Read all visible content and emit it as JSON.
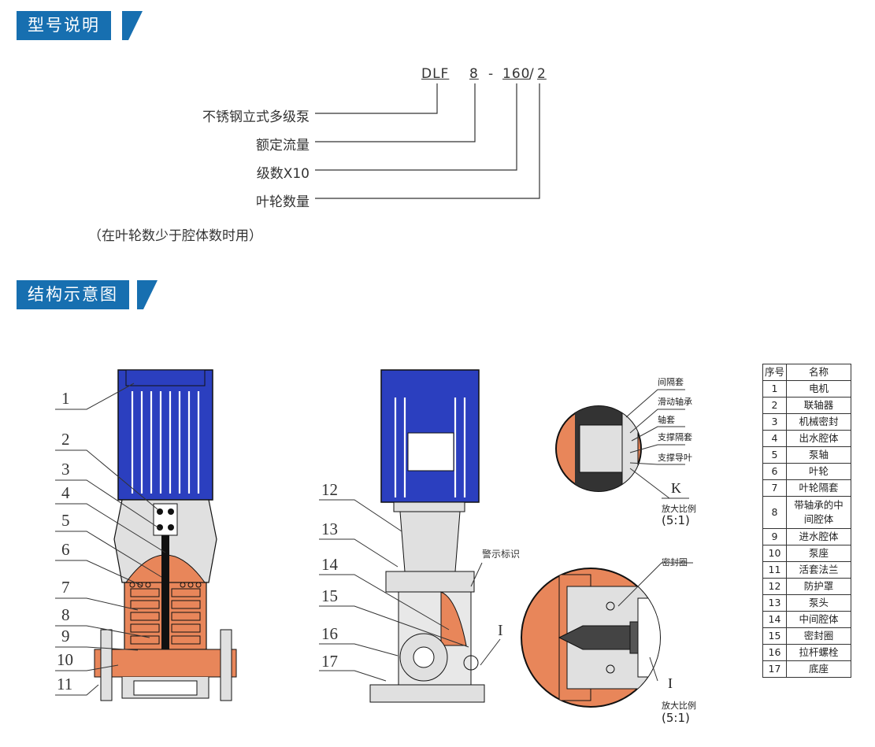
{
  "sections": {
    "model_title": "型号说明",
    "structure_title": "结构示意图"
  },
  "model_code": {
    "series": "DLF",
    "flow": "8",
    "dash": "-",
    "stages": "160",
    "slash": "/",
    "impellers": "2"
  },
  "model_labels": [
    "不锈钢立式多级泵",
    "额定流量",
    "级数X10",
    "叶轮数量"
  ],
  "model_note": "（在叶轮数少于腔体数时用）",
  "left_callouts": [
    "1",
    "2",
    "3",
    "4",
    "5",
    "6",
    "7",
    "8",
    "9",
    "10",
    "11"
  ],
  "mid_callouts": [
    "12",
    "13",
    "14",
    "15",
    "16",
    "17"
  ],
  "warning_label": "警示标识",
  "view_I_mark": "I",
  "detail_K": {
    "labels": [
      "间隔套",
      "滑动轴承",
      "轴套",
      "支撑隔套",
      "支撑导叶"
    ],
    "mark": "K",
    "scale_text": "放大比例",
    "scale": "(5:1)"
  },
  "detail_I": {
    "label": "密封圈",
    "mark": "I",
    "scale_text": "放大比例",
    "scale": "(5:1)"
  },
  "parts_table": {
    "headers": [
      "序号",
      "名称"
    ],
    "rows": [
      [
        "1",
        "电机"
      ],
      [
        "2",
        "联轴器"
      ],
      [
        "3",
        "机械密封"
      ],
      [
        "4",
        "出水腔体"
      ],
      [
        "5",
        "泵轴"
      ],
      [
        "6",
        "叶轮"
      ],
      [
        "7",
        "叶轮隔套"
      ],
      [
        "8",
        "带轴承的中间腔体"
      ],
      [
        "9",
        "进水腔体"
      ],
      [
        "10",
        "泵座"
      ],
      [
        "11",
        "活套法兰"
      ],
      [
        "12",
        "防护罩"
      ],
      [
        "13",
        "泵头"
      ],
      [
        "14",
        "中间腔体"
      ],
      [
        "15",
        "密封圈"
      ],
      [
        "16",
        "拉杆螺栓"
      ],
      [
        "17",
        "底座"
      ]
    ]
  },
  "colors": {
    "header_bg": "#176fb0",
    "motor_blue": "#2b3fbf",
    "casing_orange": "#e8865a",
    "metal_gray": "#d9d9d9"
  }
}
